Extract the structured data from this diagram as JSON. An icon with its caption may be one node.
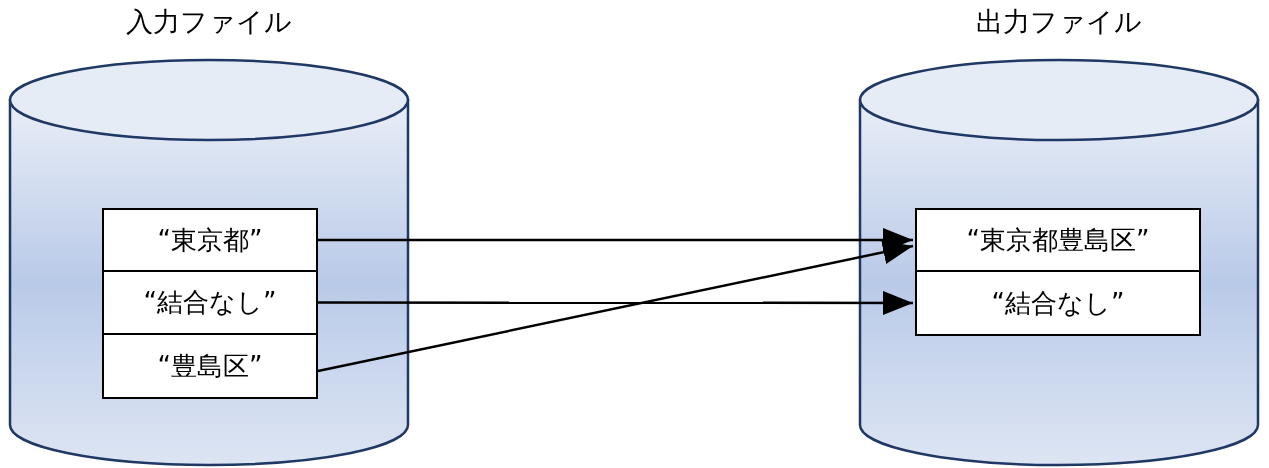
{
  "diagram": {
    "nodes": [
      {
        "text": [
          "入力ファイル"
        ]
      },
      {
        "text": [
          "“東京都”"
        ],
        "in": 0
      },
      {
        "text": [
          "“結合なし”"
        ],
        "in": 0
      },
      {
        "text": [
          "“豊島区”"
        ],
        "in": 0
      },
      {
        "text": [
          "出力ファイル"
        ]
      },
      {
        "text": [
          "“東京都豊島区”"
        ],
        "in": 4
      },
      {
        "text": [
          "“結合なし”"
        ],
        "in": 4
      }
    ],
    "edges": [
      {
        "from": 1,
        "to": 5,
        "arrow": "to"
      },
      {
        "from": 2,
        "to": 6,
        "arrow": "to"
      },
      {
        "from": 3,
        "to": 5,
        "arrow": "to"
      }
    ]
  }
}
